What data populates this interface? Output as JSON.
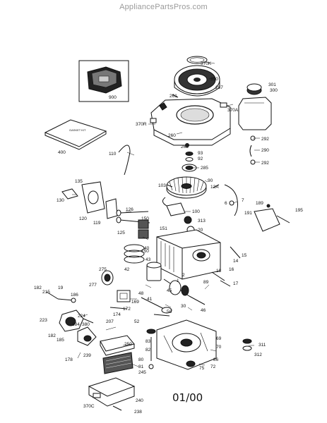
{
  "header": {
    "site": "AppliancePartsPros.com"
  },
  "diagram": {
    "date_code": "01/00",
    "kit_label": "GASKET KIT",
    "callouts": {
      "p370K": "370K",
      "p390": "390",
      "p287": "287",
      "p261": "261",
      "p301": "301",
      "p300": "300",
      "p900": "900",
      "p370A": "370A",
      "p370R": "370R",
      "p260": "260",
      "p292a": "292",
      "p290": "290",
      "p292b": "292",
      "p262": "262",
      "p93": "93",
      "p92": "92",
      "p285": "285",
      "p400": "400",
      "p110": "110",
      "p103": "103",
      "p90": "90",
      "p12A": "12A",
      "p7": "7",
      "p6": "6",
      "p135": "135",
      "p130": "130",
      "p120": "120",
      "p119": "119",
      "p126": "126",
      "p150": "150",
      "p100": "100",
      "p313": "313",
      "p20": "20",
      "p189": "189",
      "p191": "191",
      "p195": "195",
      "p125": "125",
      "p151": "151",
      "p40": "40",
      "p42": "42",
      "p43": "43",
      "p15": "15",
      "p14": "14",
      "p16": "16",
      "p18": "18",
      "p17": "17",
      "p275": "275",
      "p2": "2",
      "p1": "1",
      "p89": "89",
      "p277": "277",
      "p182": "182",
      "p215": "215",
      "p19": "19",
      "p186": "186",
      "p169": "169",
      "p172": "172",
      "p174": "174",
      "p48": "48",
      "p41": "41",
      "p45": "45",
      "p30": "30",
      "p46": "46",
      "p50": "50",
      "p224": "224",
      "p223": "223",
      "p184": "184",
      "p380": "380",
      "p207": "207",
      "p52": "52",
      "p182b": "182",
      "p185": "185",
      "p250": "250",
      "p83": "83",
      "p82": "82",
      "p69": "69",
      "p70": "70",
      "p311": "311",
      "p312": "312",
      "p178": "178",
      "p239": "239",
      "p80": "80",
      "p81": "81",
      "p86": "86",
      "p245": "245",
      "p75": "75",
      "p72": "72",
      "p370C": "370C",
      "p240": "240",
      "p238": "238"
    }
  }
}
